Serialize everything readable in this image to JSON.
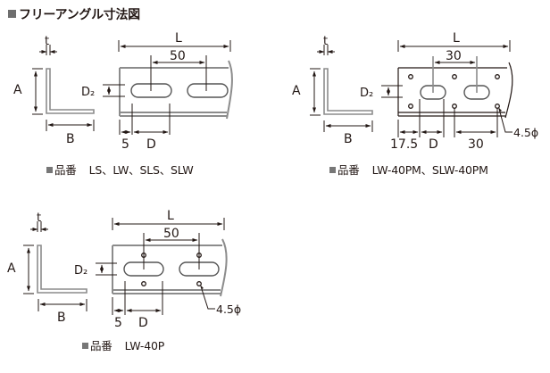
{
  "title": "フリーアングル寸法図",
  "diagrams": [
    {
      "id": "ls-lw",
      "caption_label": "品番",
      "caption_models": "LS、LW、SLS、SLW",
      "labels": {
        "t": "t",
        "A": "A",
        "B": "B",
        "D2": "D₂",
        "L": "L",
        "pitch": "50",
        "edge": "5",
        "D": "D"
      }
    },
    {
      "id": "lw-40pm",
      "caption_label": "品番",
      "caption_models": "LW-40PM、SLW-40PM",
      "labels": {
        "t": "t",
        "A": "A",
        "B": "B",
        "D2": "D₂",
        "L": "L",
        "pitch": "30",
        "edge": "17.5",
        "D": "D",
        "hole_pitch": "30",
        "hole_dia": "4.5ϕ"
      }
    },
    {
      "id": "lw-40p",
      "caption_label": "品番",
      "caption_models": "LW-40P",
      "labels": {
        "t": "t",
        "A": "A",
        "B": "B",
        "D2": "D₂",
        "L": "L",
        "pitch": "50",
        "edge": "5",
        "D": "D",
        "hole_dia": "4.5ϕ"
      }
    }
  ]
}
